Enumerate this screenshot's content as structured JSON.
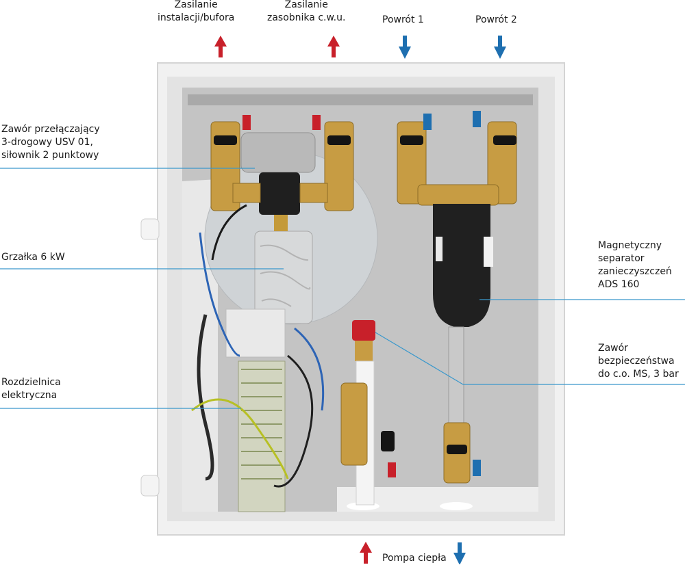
{
  "labels": {
    "supply_installation": [
      "Zasilanie",
      "instalacji/bufora"
    ],
    "supply_dhw": [
      "Zasilanie",
      "zasobnika c.w.u."
    ],
    "return_1": "Powrót 1",
    "return_2": "Powrót 2",
    "valve": [
      "Zawór przełączający",
      "3-drogowy USV 01,",
      "siłownik 2 punktowy"
    ],
    "heater": "Grzałka 6 kW",
    "switchboard": [
      "Rozdzielnica",
      "elektryczna"
    ],
    "separator": [
      "Magnetyczny",
      "separator",
      "zanieczyszczeń",
      "ADS 160"
    ],
    "safety_valve": [
      "Zawór",
      "bezpieczeństwa",
      "do c.o. MS, 3 bar"
    ],
    "heat_pump": "Pompa ciepła"
  },
  "colors": {
    "supply_arrow": "#c8202a",
    "return_arrow": "#1e6fb0",
    "leader_line": "#3a98cc"
  },
  "icons": [
    "up-arrow-icon",
    "down-arrow-icon"
  ]
}
